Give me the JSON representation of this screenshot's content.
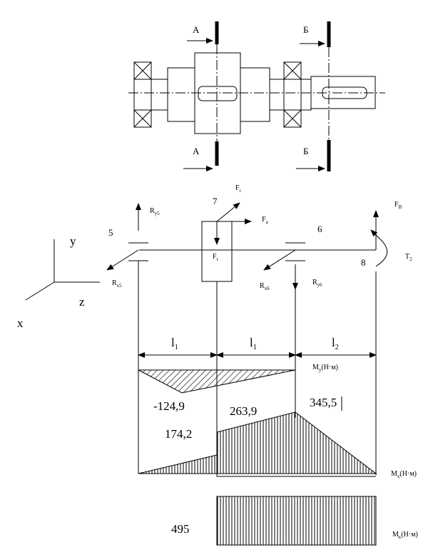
{
  "section_marks": {
    "a": "А",
    "b": "Б"
  },
  "supports": {
    "left": "5",
    "right": "6",
    "gear": "7",
    "end": "8"
  },
  "axes": {
    "y": "y",
    "z": "z",
    "x": "x"
  },
  "forces": {
    "ft": {
      "main": "F",
      "sub": "t"
    },
    "fa": {
      "main": "F",
      "sub": "a"
    },
    "fr": {
      "main": "F",
      "sub": "r"
    },
    "fb": {
      "main": "F",
      "sub": "B"
    },
    "ry5": {
      "main": "R",
      "sub": "y5"
    },
    "rx5": {
      "main": "R",
      "sub": "x5"
    },
    "rx6": {
      "main": "R",
      "sub": "x6"
    },
    "ry6": {
      "main": "R",
      "sub": "y6"
    },
    "t2": {
      "main": "T",
      "sub": "2"
    }
  },
  "dimensions": {
    "l1a": {
      "main": "l",
      "sub": "1"
    },
    "l1b": {
      "main": "l",
      "sub": "1"
    },
    "l2": {
      "main": "l",
      "sub": "2"
    }
  },
  "diagrams": {
    "my": {
      "main": "M",
      "sub": "y",
      "unit": "(Н·м)"
    },
    "mx": {
      "main": "M",
      "sub": "x",
      "unit": "(Н·м)"
    },
    "mk": {
      "main": "M",
      "sub": "к",
      "unit": "(Н·м)"
    }
  },
  "values": {
    "my_min": "-124,9",
    "mx_left": "174,2",
    "mx_mid": "263,9",
    "mx_max": "345,5",
    "torque": "495"
  }
}
